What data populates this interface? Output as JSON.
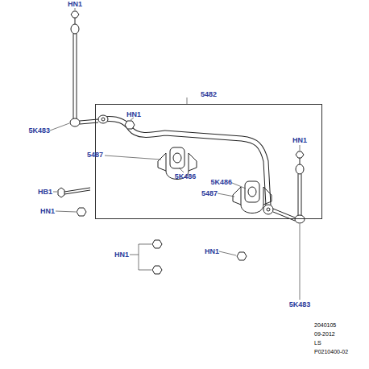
{
  "diagram": {
    "nodes": [
      {
        "text": [
          "5482"
        ]
      }
    ],
    "labels": [
      "HN1",
      "5K483",
      "HN1",
      "5487",
      "5K486",
      "HB1",
      "HN1",
      "5K486",
      "5487",
      "HN1",
      "HN1",
      "HN1",
      "5K483",
      "2040105",
      "09-2012",
      "LS",
      "P0210400-02"
    ]
  }
}
